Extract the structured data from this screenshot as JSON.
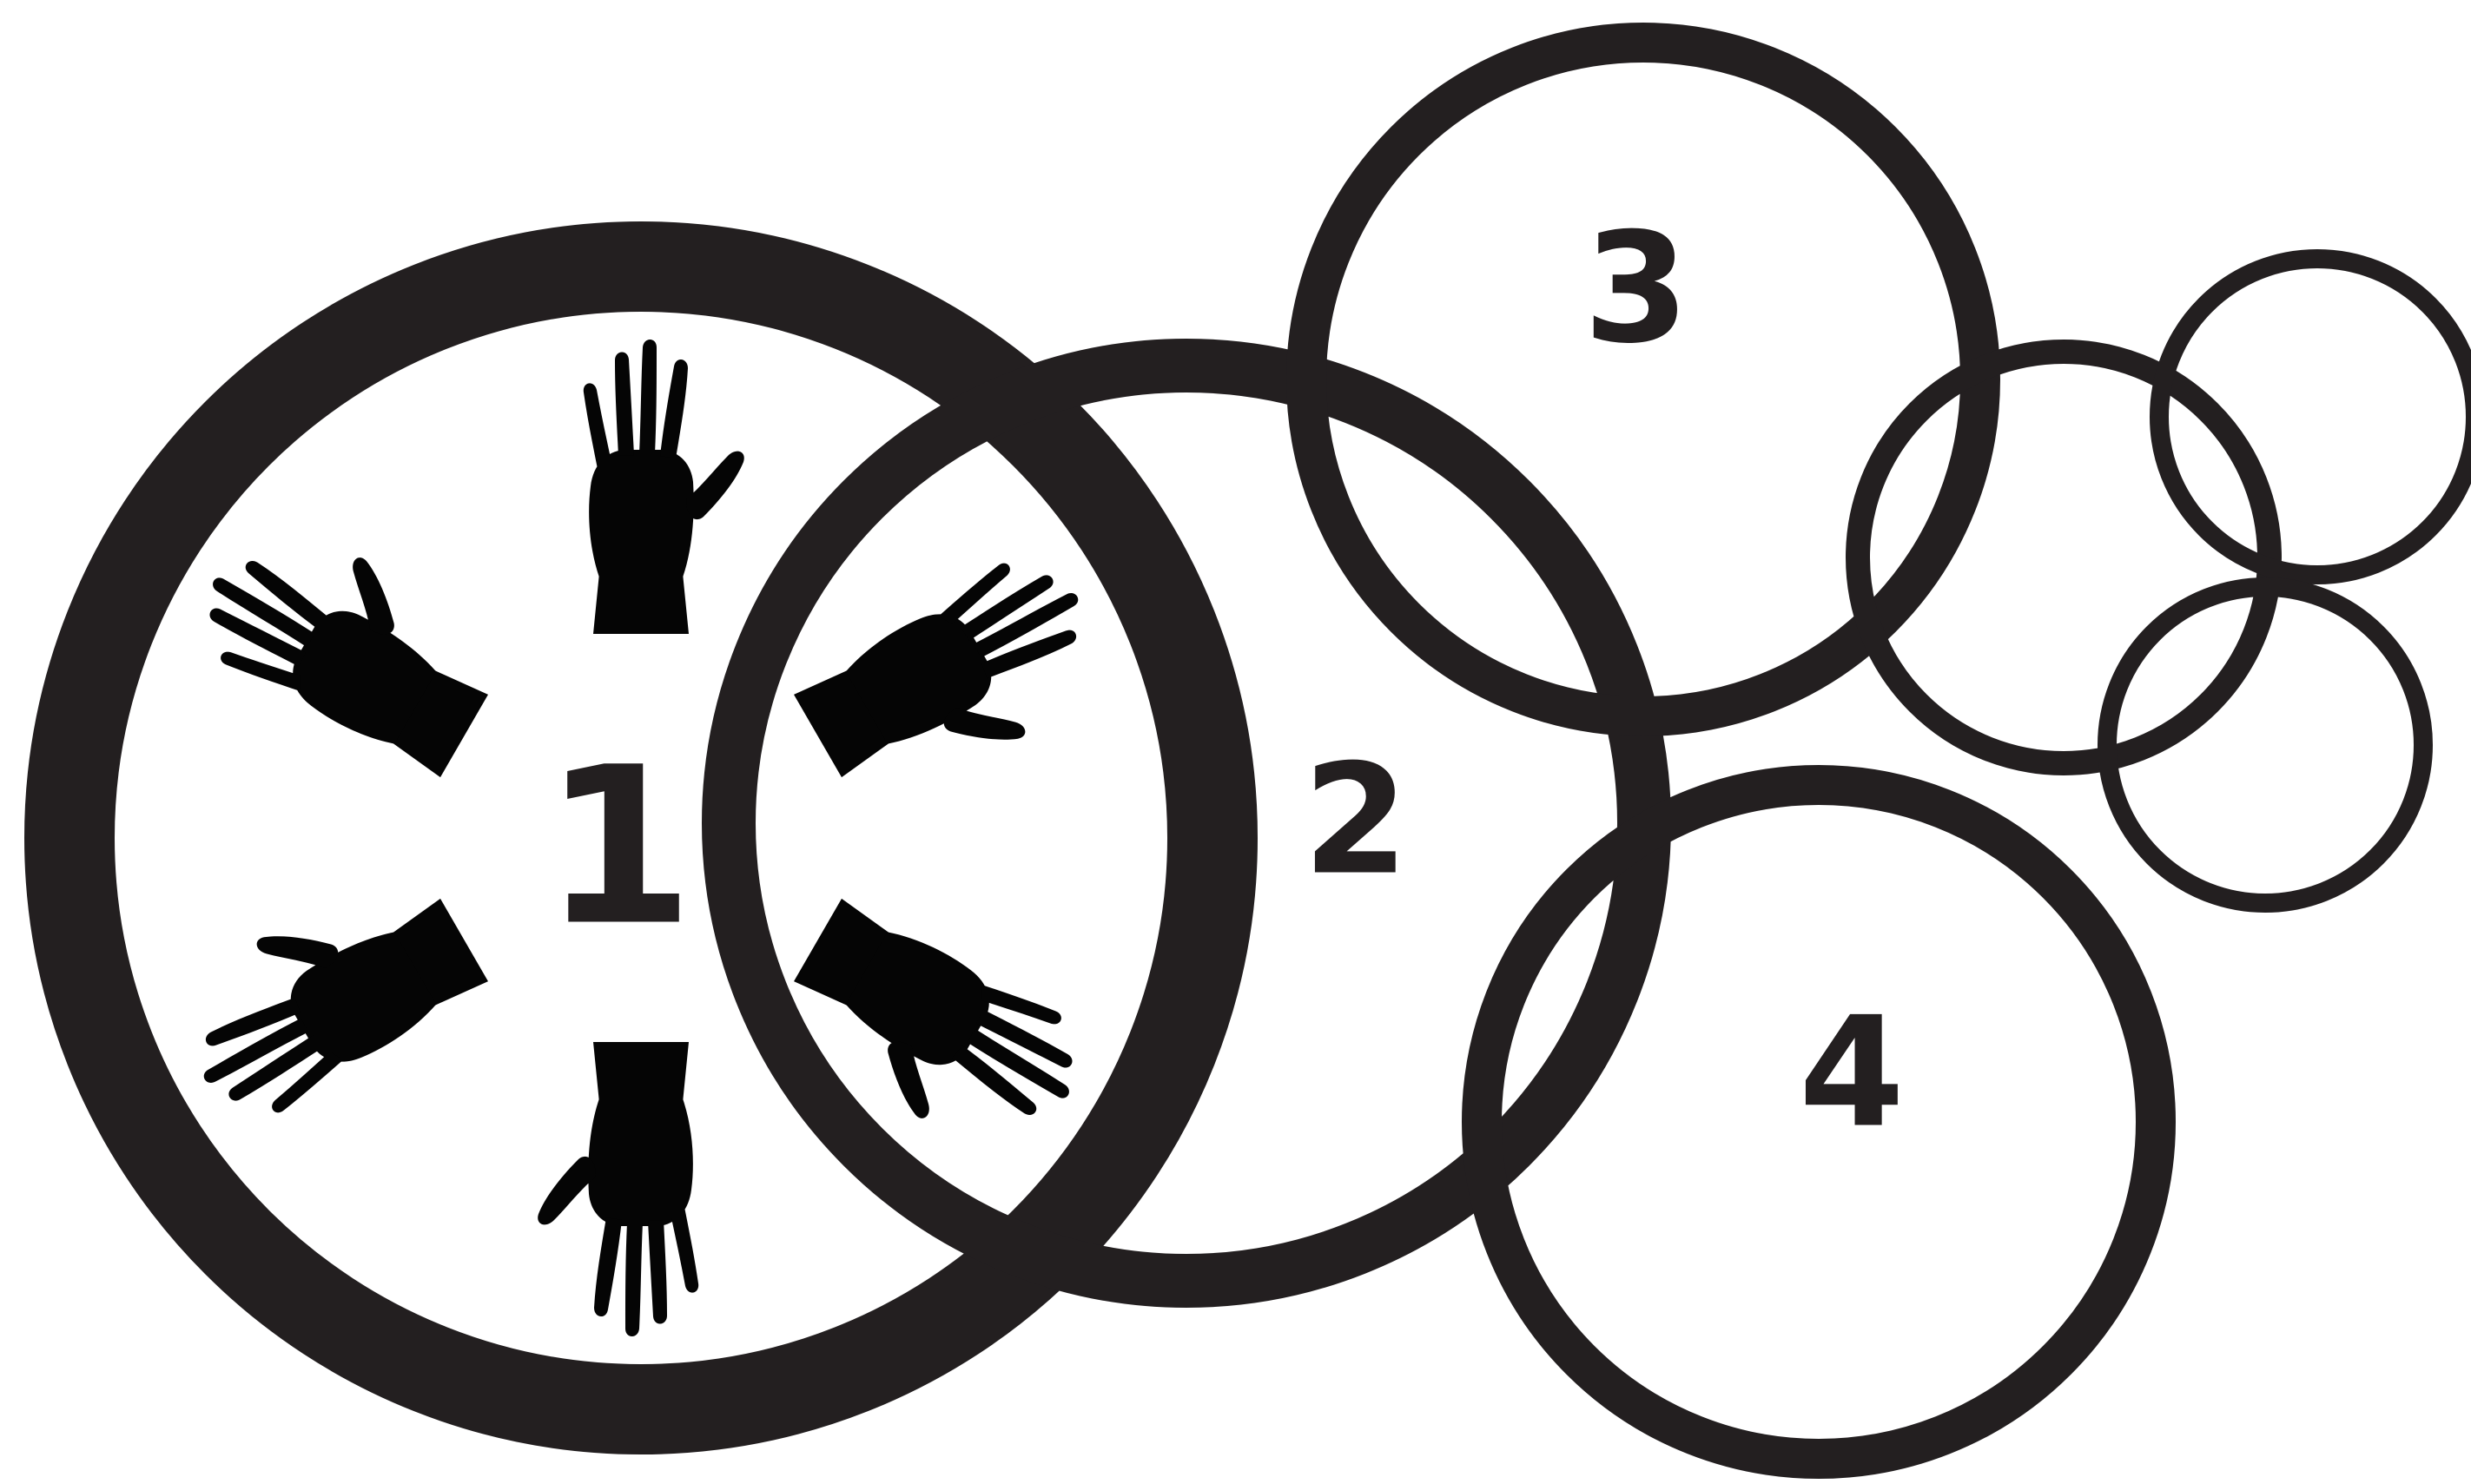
{
  "diagram": {
    "circles": [
      {
        "id": "ring-1",
        "label": "1",
        "style": "heavy"
      },
      {
        "id": "ring-2",
        "label": "2",
        "style": "heavy"
      },
      {
        "id": "ring-3",
        "label": "3",
        "style": "medium"
      },
      {
        "id": "ring-4",
        "label": "4",
        "style": "medium"
      },
      {
        "id": "ring-5",
        "label": "",
        "style": "light"
      },
      {
        "id": "ring-6",
        "label": "",
        "style": "light"
      },
      {
        "id": "ring-7",
        "label": "",
        "style": "light"
      }
    ],
    "hands_count": 6,
    "hands_icon": "reaching-hand-icon",
    "colors": {
      "ink": "#231f20",
      "hands": "#050505",
      "background": "#ffffff"
    }
  }
}
